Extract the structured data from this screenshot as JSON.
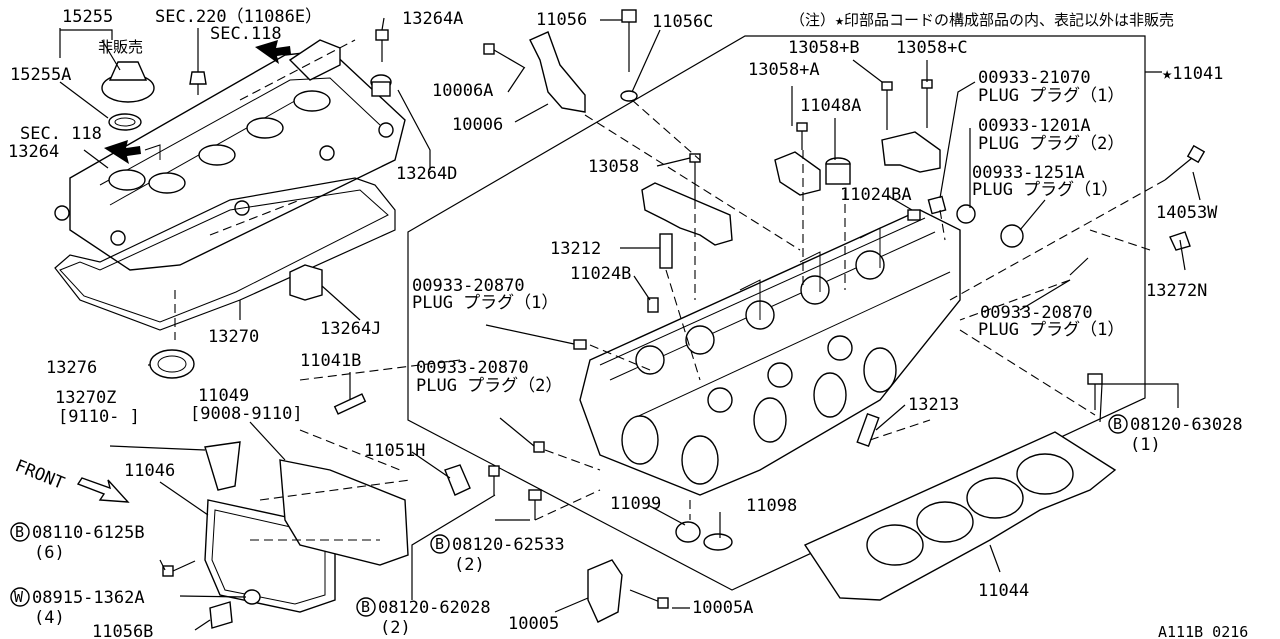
{
  "note": "（注）★印部品コードの構成部品の内、表記以外は非販売",
  "catalog_code": "A111B 0216",
  "front_label": "FRONT",
  "labels": {
    "p15255": "15255",
    "hihanbai": "非販売",
    "p15255A": "15255A",
    "sec220": "SEC.220（11086E）",
    "sec118a": "SEC.118",
    "sec118b": "SEC. 118",
    "p13264": "13264",
    "p13264A": "13264A",
    "p13264D": "13264D",
    "p13264J": "13264J",
    "p13270": "13270",
    "p13276": "13276",
    "p11041B": "11041B",
    "p13270Z": "13270Z",
    "p13270Z_date": "[9110-  ]",
    "p11049": "11049",
    "p11049_date": "[9008-9110]",
    "p11046": "11046",
    "b08110": "08110-6125B",
    "b08110_qty": "(6)",
    "w08915": "08915-1362A",
    "w08915_qty": "(4)",
    "p11056B": "11056B",
    "p11051H": "11051H",
    "b08120_62028": "08120-62028",
    "b08120_62028_qty": "(2)",
    "b08120_62533": "08120-62533",
    "b08120_62533_qty": "(2)",
    "p10005": "10005",
    "p10005A": "10005A",
    "p11099": "11099",
    "p11098": "11098",
    "p11044": "11044",
    "b08120_63028": "08120-63028",
    "b08120_63028_qty": "(1)",
    "p13213": "13213",
    "plug20870a": "00933-20870",
    "plug20870a_name": "PLUG プラグ（1）",
    "plug20870b": "00933-20870",
    "plug20870b_name": "PLUG プラグ（2）",
    "p11024B": "11024B",
    "p13212": "13212",
    "p13058": "13058",
    "p10006A": "10006A",
    "p10006": "10006",
    "p11056": "11056",
    "p11056C": "11056C",
    "p13058A": "13058+A",
    "p13058B": "13058+B",
    "p13058C": "13058+C",
    "p11048A": "11048A",
    "p11024BA": "11024BA",
    "p11041": "★11041",
    "plug21070": "00933-21070",
    "plug21070_name": "PLUG プラグ（1）",
    "plug1201A": "00933-1201A",
    "plug1201A_name": "PLUG プラグ（2）",
    "plug1251A": "00933-1251A",
    "plug1251A_name": "PLUG プラグ（1）",
    "p14053W": "14053W",
    "p13272N": "13272N",
    "plug20870c": "00933-20870",
    "plug20870c_name": "PLUG プラグ（1）",
    "circle_b": "B",
    "circle_w": "W"
  }
}
